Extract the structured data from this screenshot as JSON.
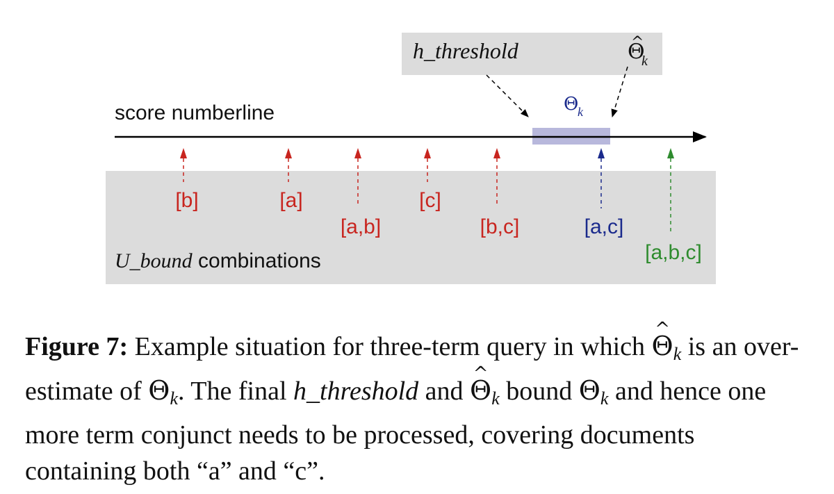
{
  "figure": {
    "top_labels": {
      "h_threshold": "h_threshold",
      "theta_hat": "Θ",
      "theta_hat_sub": "k",
      "theta": "Θ",
      "theta_sub": "k"
    },
    "numberline_label": "score numberline",
    "combo_label_italic": "U_bound",
    "combo_label_rest": " combinations",
    "combinations": [
      {
        "label": "[b]",
        "color": "#c8251f"
      },
      {
        "label": "[a]",
        "color": "#c8251f"
      },
      {
        "label": "[a,b]",
        "color": "#c8251f"
      },
      {
        "label": "[c]",
        "color": "#c8251f"
      },
      {
        "label": "[b,c]",
        "color": "#c8251f"
      },
      {
        "label": "[a,c]",
        "color": "#1a2a8c"
      },
      {
        "label": "[a,b,c]",
        "color": "#2e8b2e"
      }
    ],
    "colors": {
      "panel_bg": "#dcdcdc",
      "band": "#b8b8dc",
      "red": "#c8251f",
      "blue": "#1a2a8c",
      "green": "#2e8b2e"
    }
  },
  "caption": {
    "label": "Figure 7:",
    "t1": " Example situation for three-term query in which ",
    "theta": "Θ",
    "sub": "k",
    "t2": " is an over-estimate of ",
    "t3": ". The final ",
    "h_threshold": "h_threshold",
    "t4": " and ",
    "t5": " bound ",
    "t6": " and hence one more term conjunct needs to be processed, covering documents containing both “a” and “c”."
  }
}
